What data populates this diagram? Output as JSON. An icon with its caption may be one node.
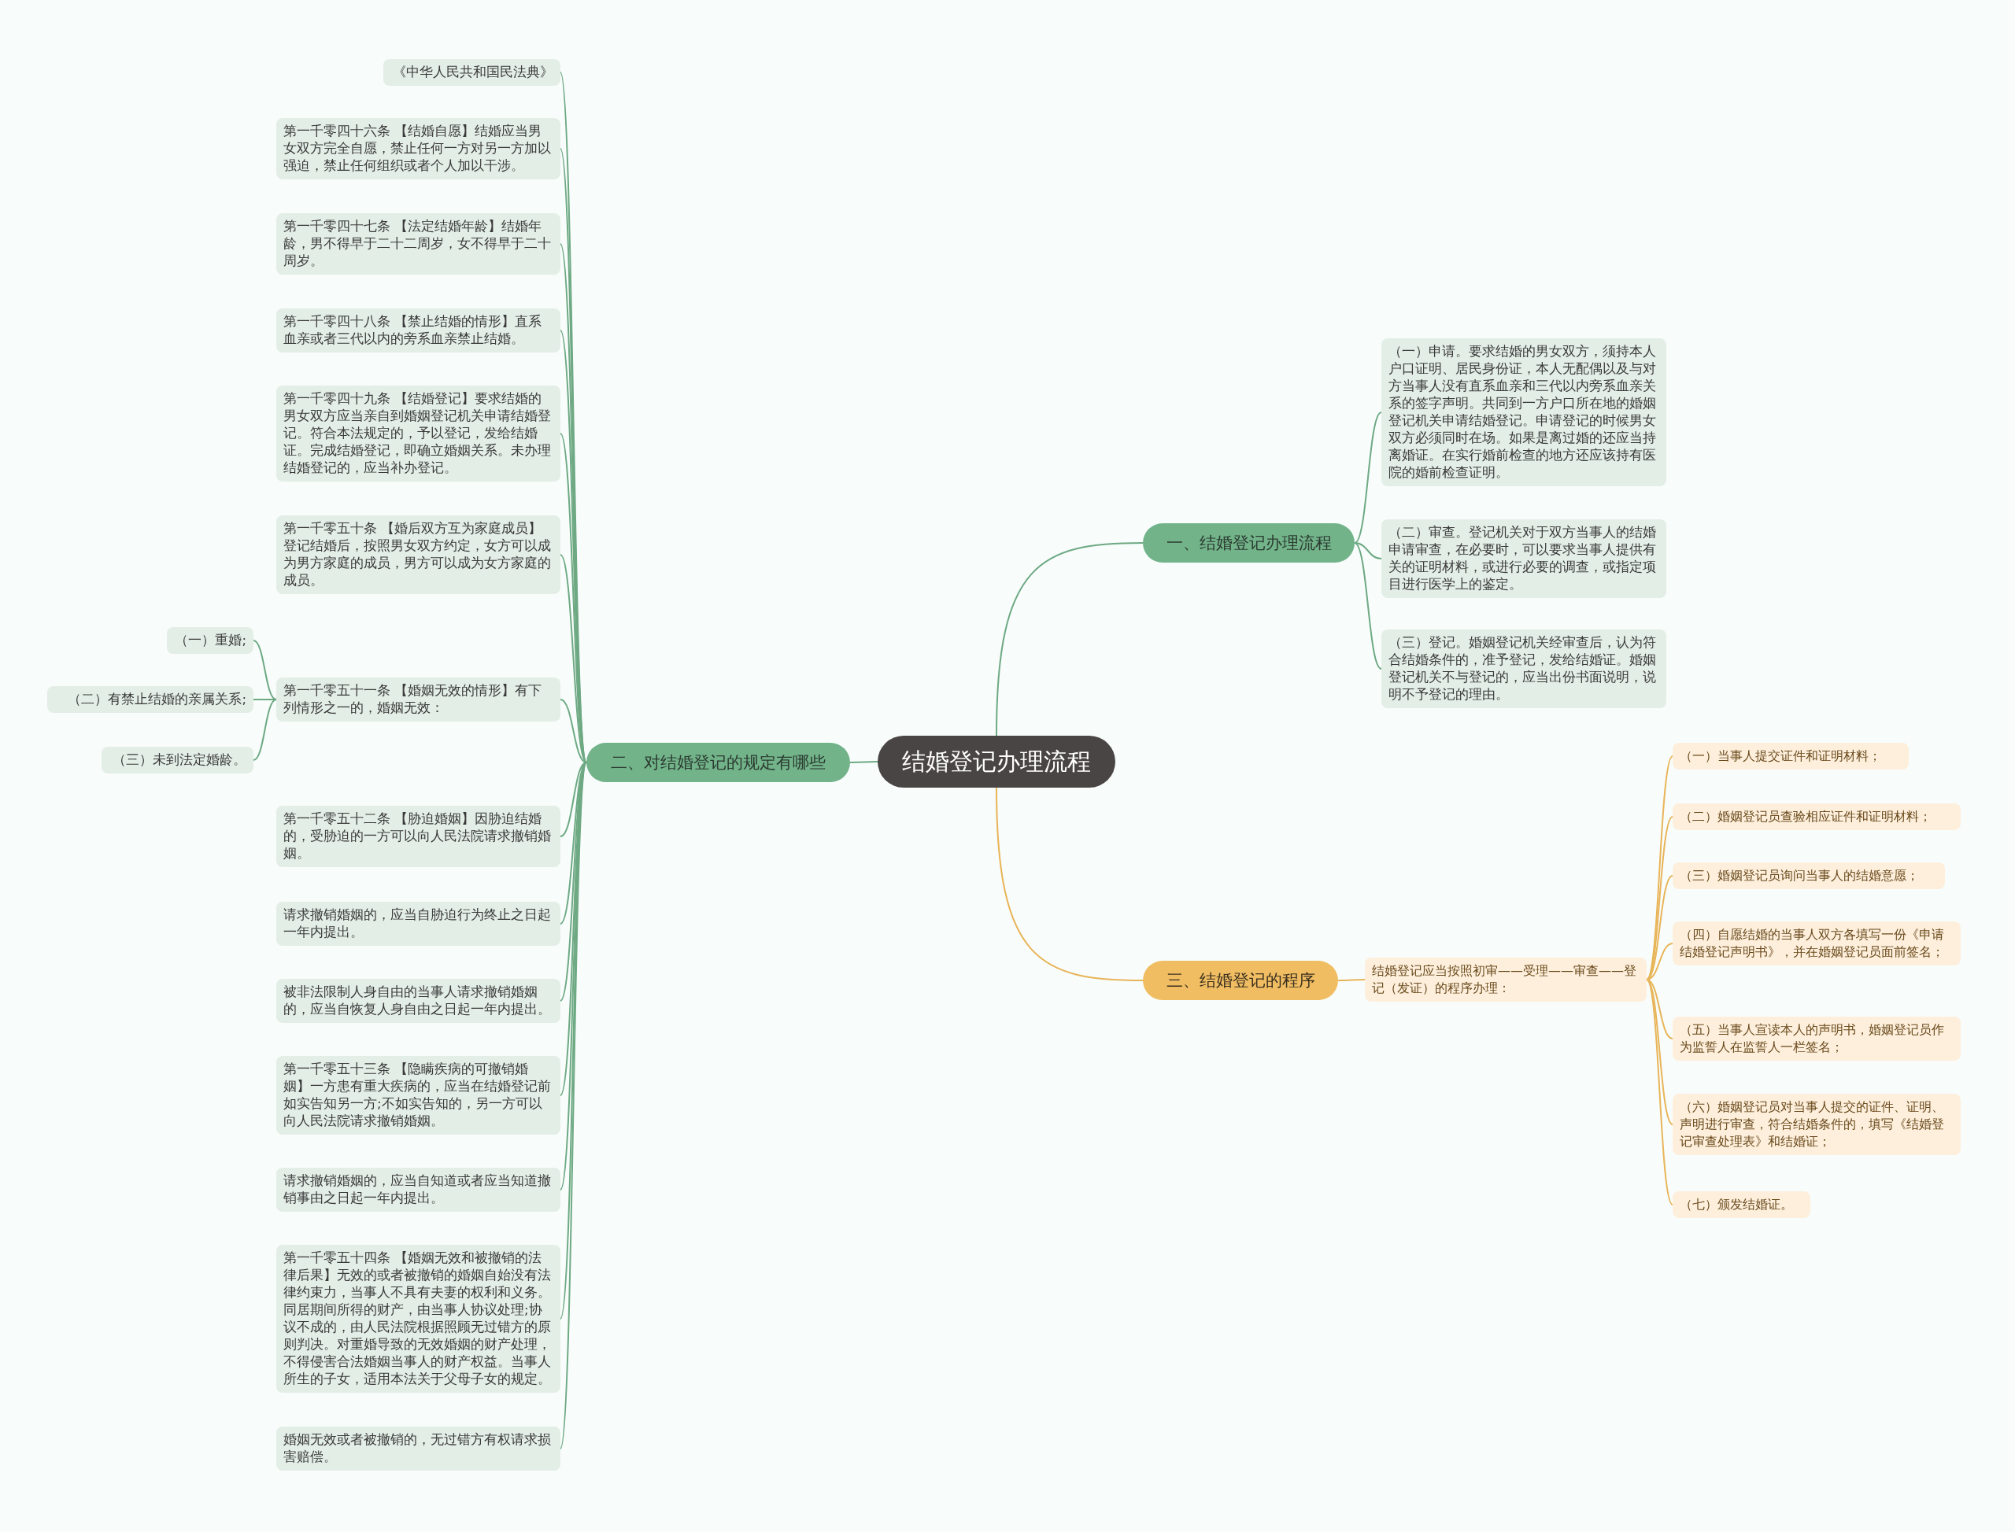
{
  "diagram": {
    "nodes": [
      {
        "text": [
          "结婚登记办理流程"
        ]
      },
      {
        "text": [
          "一、结婚登记办理流程"
        ]
      },
      {
        "text": [
          "（一）申请。要求结婚的男女双方，须持本人户口证明、居民身份证，本人无配偶以及与对方当事人没有直系血亲和三代以内旁系血亲关系的签字声明。共同到一方户口所在地的婚姻登记机关申请结婚登记。申请登记的时候男女双方必须同时在场。如果是离过婚的还应当持离婚证。在实行婚前检查的地方还应该持有医院的婚前检查证明。"
        ]
      },
      {
        "text": [
          "（二）审查。登记机关对于双方当事人的结婚申请审查，在必要时，可以要求当事人提供有关的证明材料，或进行必要的调查，或指定项目进行医学上的鉴定。"
        ]
      },
      {
        "text": [
          "（三）登记。婚姻登记机关经审查后，认为符合结婚条件的，准予登记，发给结婚证。婚姻登记机关不与登记的，应当出份书面说明，说明不予登记的理由。"
        ]
      },
      {
        "text": [
          "二、对结婚登记的规定有哪些"
        ]
      },
      {
        "text": [
          "《中华人民共和国民法典》"
        ]
      },
      {
        "text": [
          "第一千零四十六条 【结婚自愿】结婚应当男女双方完全自愿，禁止任何一方对另一方加以强迫，禁止任何组织或者个人加以干涉。"
        ]
      },
      {
        "text": [
          "第一千零四十七条 【法定结婚年龄】结婚年龄，男不得早于二十二周岁，女不得早于二十周岁。"
        ]
      },
      {
        "text": [
          "第一千零四十八条 【禁止结婚的情形】直系血亲或者三代以内的旁系血亲禁止结婚。"
        ]
      },
      {
        "text": [
          "第一千零四十九条 【结婚登记】要求结婚的男女双方应当亲自到婚姻登记机关申请结婚登记。符合本法规定的，予以登记，发给结婚证。完成结婚登记，即确立婚姻关系。未办理结婚登记的，应当补办登记。"
        ]
      },
      {
        "text": [
          "第一千零五十条 【婚后双方互为家庭成员】登记结婚后，按照男女双方约定，女方可以成为男方家庭的成员，男方可以成为女方家庭的成员。"
        ]
      },
      {
        "text": [
          "第一千零五十一条 【婚姻无效的情形】有下列情形之一的，婚姻无效："
        ]
      },
      {
        "text": [
          "（一）重婚;"
        ]
      },
      {
        "text": [
          "（二）有禁止结婚的亲属关系;"
        ]
      },
      {
        "text": [
          "（三）未到法定婚龄。"
        ]
      },
      {
        "text": [
          "第一千零五十二条 【胁迫婚姻】因胁迫结婚的，受胁迫的一方可以向人民法院请求撤销婚姻。"
        ]
      },
      {
        "text": [
          "请求撤销婚姻的，应当自胁迫行为终止之日起一年内提出。"
        ]
      },
      {
        "text": [
          "被非法限制人身自由的当事人请求撤销婚姻的，应当自恢复人身自由之日起一年内提出。"
        ]
      },
      {
        "text": [
          "第一千零五十三条 【隐瞒疾病的可撤销婚姻】一方患有重大疾病的，应当在结婚登记前如实告知另一方;不如实告知的，另一方可以向人民法院请求撤销婚姻。"
        ]
      },
      {
        "text": [
          "请求撤销婚姻的，应当自知道或者应当知道撤销事由之日起一年内提出。"
        ]
      },
      {
        "text": [
          "第一千零五十四条 【婚姻无效和被撤销的法律后果】无效的或者被撤销的婚姻自始没有法律约束力，当事人不具有夫妻的权利和义务。同居期间所得的财产，由当事人协议处理;协议不成的，由人民法院根据照顾无过错方的原则判决。对重婚导致的无效婚姻的财产处理，不得侵害合法婚姻当事人的财产权益。当事人所生的子女，适用本法关于父母子女的规定。"
        ]
      },
      {
        "text": [
          "婚姻无效或者被撤销的，无过错方有权请求损害赔偿。"
        ]
      },
      {
        "text": [
          "三、结婚登记的程序"
        ]
      },
      {
        "text": [
          "结婚登记应当按照初审——受理——审查——登记（发证）的程序办理："
        ]
      },
      {
        "text": [
          "（一）当事人提交证件和证明材料；"
        ]
      },
      {
        "text": [
          "（二）婚姻登记员查验相应证件和证明材料；"
        ]
      },
      {
        "text": [
          "（三）婚姻登记员询问当事人的结婚意愿；"
        ]
      },
      {
        "text": [
          "（四）自愿结婚的当事人双方各填写一份《申请结婚登记声明书》，并在婚姻登记员面前签名；"
        ]
      },
      {
        "text": [
          "（五）当事人宣读本人的声明书，婚姻登记员作为监誓人在监誓人一栏签名；"
        ]
      },
      {
        "text": [
          "（六）婚姻登记员对当事人提交的证件、证明、声明进行审查，符合结婚条件的，填写《结婚登记审查处理表》和结婚证；"
        ]
      },
      {
        "text": [
          "（七）颁发结婚证。"
        ]
      }
    ],
    "edges": [
      {
        "from": 0,
        "to": 1,
        "arrow": "none"
      },
      {
        "from": 1,
        "to": 2,
        "arrow": "none"
      },
      {
        "from": 1,
        "to": 3,
        "arrow": "none"
      },
      {
        "from": 1,
        "to": 4,
        "arrow": "none"
      },
      {
        "from": 0,
        "to": 5,
        "arrow": "none"
      },
      {
        "from": 5,
        "to": 6,
        "arrow": "none"
      },
      {
        "from": 5,
        "to": 7,
        "arrow": "none"
      },
      {
        "from": 5,
        "to": 8,
        "arrow": "none"
      },
      {
        "from": 5,
        "to": 9,
        "arrow": "none"
      },
      {
        "from": 5,
        "to": 10,
        "arrow": "none"
      },
      {
        "from": 5,
        "to": 11,
        "arrow": "none"
      },
      {
        "from": 5,
        "to": 12,
        "arrow": "none"
      },
      {
        "from": 12,
        "to": 13,
        "arrow": "none"
      },
      {
        "from": 12,
        "to": 14,
        "arrow": "none"
      },
      {
        "from": 12,
        "to": 15,
        "arrow": "none"
      },
      {
        "from": 5,
        "to": 16,
        "arrow": "none"
      },
      {
        "from": 5,
        "to": 17,
        "arrow": "none"
      },
      {
        "from": 5,
        "to": 18,
        "arrow": "none"
      },
      {
        "from": 5,
        "to": 19,
        "arrow": "none"
      },
      {
        "from": 5,
        "to": 20,
        "arrow": "none"
      },
      {
        "from": 5,
        "to": 21,
        "arrow": "none"
      },
      {
        "from": 5,
        "to": 22,
        "arrow": "none"
      },
      {
        "from": 0,
        "to": 23,
        "arrow": "none",
        "color": "#e8b458"
      },
      {
        "from": 23,
        "to": 24,
        "arrow": "none",
        "color": "#e8b458"
      },
      {
        "from": 24,
        "to": 25,
        "arrow": "none",
        "color": "#e8b458"
      },
      {
        "from": 24,
        "to": 26,
        "arrow": "none",
        "color": "#e8b458"
      },
      {
        "from": 24,
        "to": 27,
        "arrow": "none",
        "color": "#e8b458"
      },
      {
        "from": 24,
        "to": 28,
        "arrow": "none",
        "color": "#e8b458"
      },
      {
        "from": 24,
        "to": 29,
        "arrow": "none",
        "color": "#e8b458"
      },
      {
        "from": 24,
        "to": 30,
        "arrow": "none",
        "color": "#e8b458"
      },
      {
        "from": 24,
        "to": 31,
        "arrow": "none",
        "color": "#e8b458"
      }
    ]
  }
}
